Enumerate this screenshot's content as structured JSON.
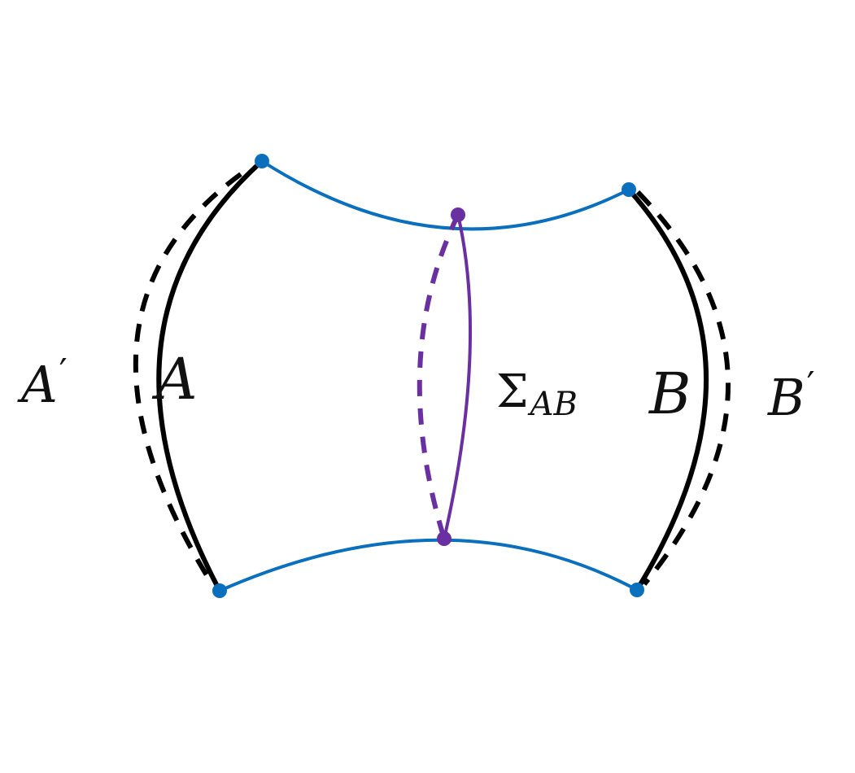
{
  "colors": {
    "boundary_curve": "#0a6fbd",
    "region_solid": "#000000",
    "region_dashed": "#000000",
    "surface": "#6a2fa0",
    "endpoint": "#0a6fbd",
    "surface_endpoint": "#6a2fa0",
    "background": "#ffffff"
  },
  "labels": {
    "a_prime": {
      "base": "A",
      "mark": "′"
    },
    "a": {
      "base": "A"
    },
    "sigma": {
      "symbol": "Σ",
      "subscript": "AB"
    },
    "b": {
      "base": "B"
    },
    "b_prime": {
      "base": "B",
      "mark": "′"
    }
  }
}
